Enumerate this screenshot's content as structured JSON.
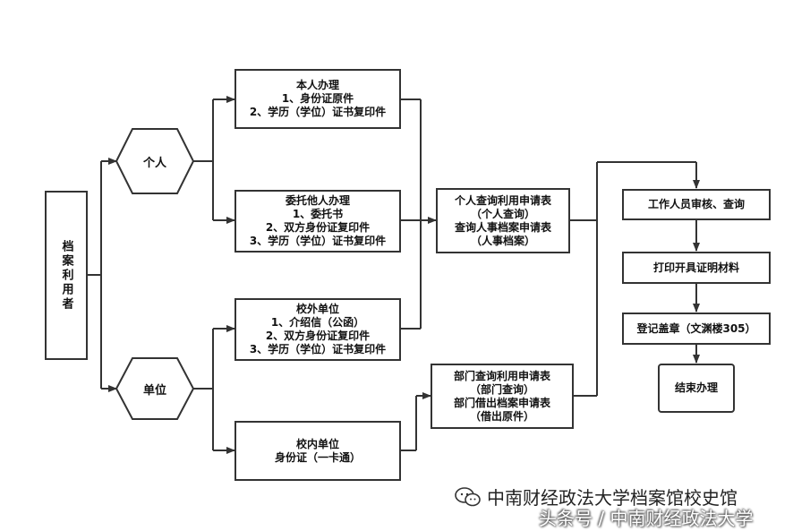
{
  "user": {
    "label": "档案利用者"
  },
  "personal": {
    "label": "个人"
  },
  "unit": {
    "label": "单位"
  },
  "self_handle": {
    "lines": [
      "本人办理",
      "1、身份证原件",
      "2、学历（学位）证书复印件"
    ]
  },
  "entrust_handle": {
    "lines": [
      "委托他人办理",
      "1、委托书",
      "2、双方身份证复印件",
      "3、学历（学位）证书复印件"
    ]
  },
  "outside_unit": {
    "lines": [
      "校外单位",
      "1、介绍信（公函）",
      "2、双方身份证复印件",
      "3、学历（学位）证书复印件"
    ]
  },
  "inside_unit": {
    "lines": [
      "校内单位",
      "身份证（一卡通）"
    ]
  },
  "personal_form": {
    "lines": [
      "个人查询利用申请表",
      "（个人查询）",
      "查询人事档案申请表",
      "（人事档案）"
    ]
  },
  "dept_form": {
    "lines": [
      "部门查询利用申请表",
      "（部门查询）",
      "部门借出档案申请表",
      "（借出原件）"
    ]
  },
  "steps": {
    "review": "工作人员审核、查询",
    "print": "打印开具证明材料",
    "register": "登记盖章（文渊楼305）",
    "finish": "结束办理"
  },
  "watermark": {
    "line1": "中南财经政法大学档案馆校史馆",
    "line2": "头条号 / 中南财经政法大学",
    "icon": "wechat-icon"
  }
}
